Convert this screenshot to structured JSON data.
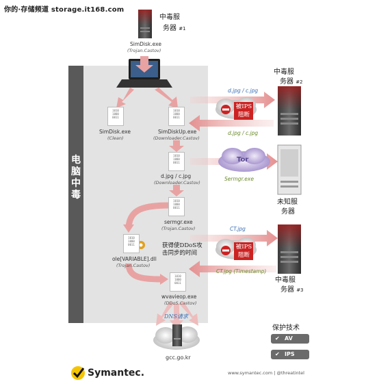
{
  "header": {
    "text": "你的·存储频道 storage.it168.com"
  },
  "side_label": [
    "电",
    "脑",
    "中",
    "毒"
  ],
  "infected_server_1": {
    "title_line1": "中毒服",
    "title_line2": "务器",
    "num": "#1"
  },
  "infected_server_2": {
    "title_line1": "中毒服",
    "title_line2": "务器",
    "num": "#2"
  },
  "infected_server_3": {
    "title_line1": "中毒服",
    "title_line2": "务器",
    "num": "#3"
  },
  "unknown_server": {
    "line1": "未知服",
    "line2": "务器"
  },
  "simdisk_top": {
    "name": "SimDisk.exe",
    "type": "(Trojan.Castov)"
  },
  "simdisk_clean": {
    "name": "SimDisk.exe",
    "type": "(Clean)"
  },
  "simdiskup": {
    "name": "SimDiskUp.exe",
    "type": "(Downloader.Castov)"
  },
  "djpg": {
    "name": "d.jpg / c.jpg",
    "type": "(Downloader.Castov)"
  },
  "sermgr": {
    "name": "sermgr.exe",
    "type": "(Trojan.Castov)"
  },
  "ole": {
    "name": "ole[VARIABLE].dll",
    "type": "(Trojan.Castov)"
  },
  "wvavieop": {
    "name": "wvavieop.exe",
    "type": "(DDoS.Castov)"
  },
  "gcc": {
    "name": "gcc.go.kr"
  },
  "doc_icon_lines": [
    "1010",
    "1000",
    "0011"
  ],
  "ips_block_1": {
    "line1": "被IPS",
    "line2": "阻断"
  },
  "ips_block_2": {
    "line1": "被IPS",
    "line2": "阻断"
  },
  "arrow_labels": {
    "djpg_cjpg_out": "d.jpg / c.jpg",
    "djpg_cjpg_in": "d.jpg / c.jpg",
    "tor": "Tor",
    "sermgr_in": "Sermgr.exe",
    "ct_out": "CT.jpg",
    "ct_in": "CT.jpg (Timestamp)",
    "dns": "DNS请求"
  },
  "ddos_note": {
    "line1": "获得使DDoS攻",
    "line2": "击同步的时间"
  },
  "protection": {
    "title": "保护技术",
    "items": [
      "AV",
      "IPS"
    ]
  },
  "footer": {
    "logo": "Symantec.",
    "url": "www.symantec.com | @threatintel"
  },
  "colors": {
    "arrow": "#e9a2a2",
    "block": "#cc2222",
    "panel_dark": "#595959",
    "panel_light": "#e3e3e3",
    "blue_text": "#3a6fb5",
    "green_text": "#6a8a2a"
  }
}
